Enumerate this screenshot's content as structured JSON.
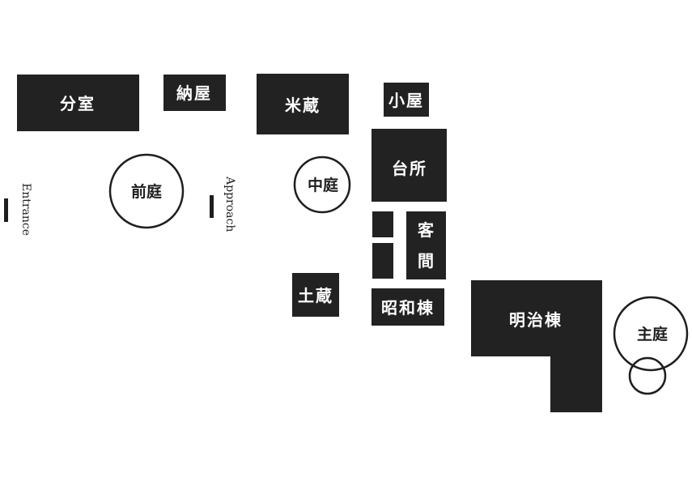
{
  "buildings": {
    "bunshitsu": "分室",
    "naya": "納屋",
    "komegura": "米蔵",
    "koya": "小屋",
    "daidokoro": "台所",
    "kyakuma_1": "客",
    "kyakuma_2": "間",
    "dozo": "土蔵",
    "showa_to": "昭和棟",
    "meiji_to": "明治棟"
  },
  "gardens": {
    "maeniwa": "前庭",
    "nakaniwa": "中庭",
    "omoniwa": "主庭"
  },
  "markers": {
    "entrance": "Entrance",
    "approach": "Approach"
  },
  "colors": {
    "block": "#222222",
    "line": "#1e1e1e",
    "background": "#ffffff"
  }
}
